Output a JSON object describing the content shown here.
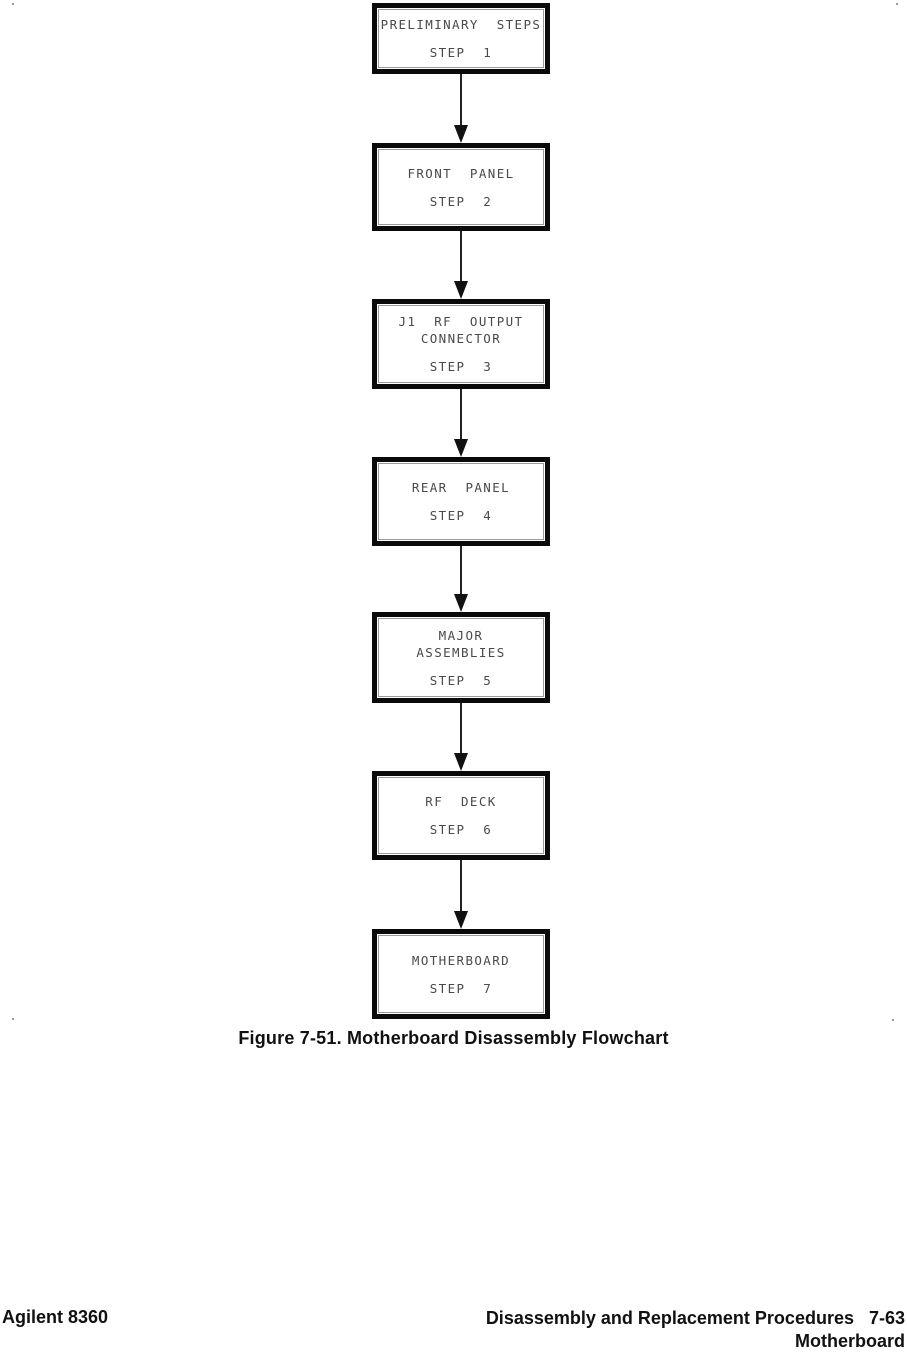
{
  "figure": {
    "caption": "Figure 7-51. Motherboard Disassembly Flowchart"
  },
  "flowchart": {
    "boxes": [
      {
        "title_lines": [
          "PRELIMINARY  STEPS"
        ],
        "step": "STEP  1"
      },
      {
        "title_lines": [
          "FRONT  PANEL"
        ],
        "step": "STEP  2"
      },
      {
        "title_lines": [
          "J1  RF  OUTPUT",
          "CONNECTOR"
        ],
        "step": "STEP  3"
      },
      {
        "title_lines": [
          "REAR  PANEL"
        ],
        "step": "STEP  4"
      },
      {
        "title_lines": [
          "MAJOR",
          "ASSEMBLIES"
        ],
        "step": "STEP  5"
      },
      {
        "title_lines": [
          "RF  DECK"
        ],
        "step": "STEP  6"
      },
      {
        "title_lines": [
          "MOTHERBOARD"
        ],
        "step": "STEP  7"
      }
    ]
  },
  "footer": {
    "left": "Agilent 8360",
    "right_line1": "Disassembly and Replacement Procedures",
    "page_number": "7-63",
    "right_line2": "Motherboard"
  },
  "colors": {
    "box_border": "#0a0a0a",
    "box_text": "#4a4a4a",
    "caption_text": "#111111",
    "connector": "#222222"
  }
}
